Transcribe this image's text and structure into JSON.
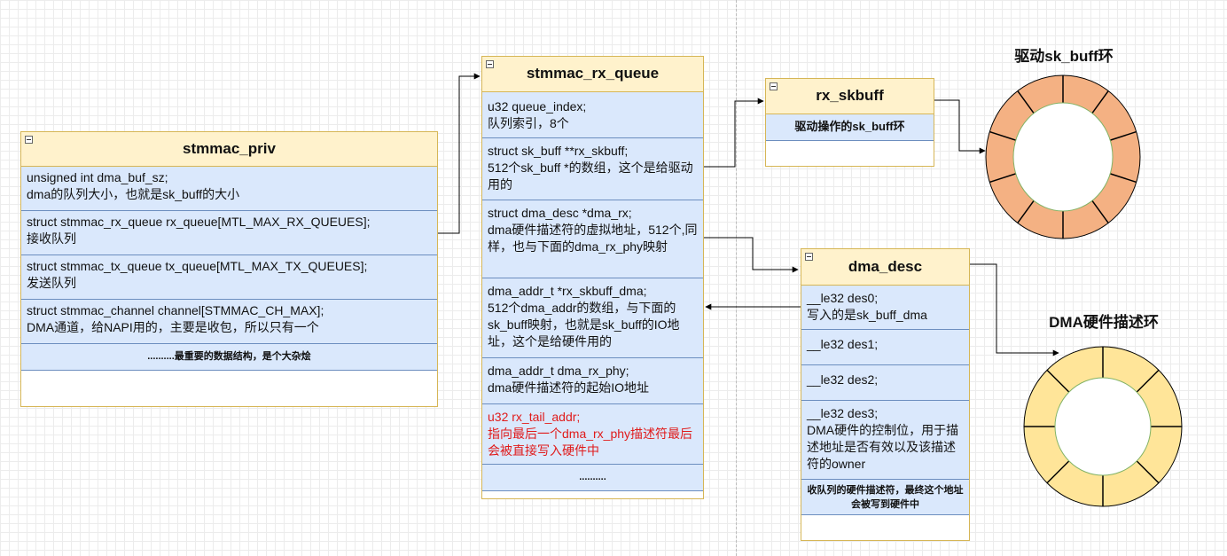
{
  "stmmac_priv": {
    "title": "stmmac_priv",
    "rows": [
      "unsigned int dma_buf_sz;\ndma的队列大小，也就是sk_buff的大小",
      "struct stmmac_rx_queue rx_queue[MTL_MAX_RX_QUEUES];\n接收队列",
      "struct stmmac_tx_queue tx_queue[MTL_MAX_TX_QUEUES];\n发送队列",
      "struct stmmac_channel channel[STMMAC_CH_MAX];\nDMA通道，给NAPI用的，主要是收包，所以只有一个",
      "..........最重要的数据结构，是个大杂烩"
    ]
  },
  "stmmac_rx_queue": {
    "title": "stmmac_rx_queue",
    "rows": [
      "u32 queue_index;\n队列索引，8个",
      "struct sk_buff **rx_skbuff;\n512个sk_buff *的数组，这个是给驱动用的",
      "struct dma_desc *dma_rx;\ndma硬件描述符的虚拟地址，512个,同样，也与下面的dma_rx_phy映射",
      "dma_addr_t *rx_skbuff_dma;\n 512个dma_addr的数组，与下面的sk_buff映射，也就是sk_buff的IO地址，这个是给硬件用的",
      "dma_addr_t dma_rx_phy;\ndma硬件描述符的起始IO地址",
      "u32 rx_tail_addr;\n指向最后一个dma_rx_phy描述符最后会被直接写入硬件中",
      ".........."
    ]
  },
  "rx_skbuff": {
    "title": "rx_skbuff",
    "rows": [
      "驱动操作的sk_buff环"
    ]
  },
  "dma_desc": {
    "title": "dma_desc",
    "rows": [
      "__le32 des0;\n写入的是sk_buff_dma",
      "__le32 des1;",
      "__le32 des2;",
      "__le32 des3;\nDMA硬件的控制位，用于描述地址是否有效以及该描述符的owner",
      "收队列的硬件描述符，最终这个地址会被写到硬件中"
    ]
  },
  "rings": {
    "skbuff_ring": {
      "title": "驱动sk_buff环",
      "fill": "#f4b183",
      "segments": 10
    },
    "dma_ring": {
      "title": "DMA硬件描述环",
      "fill": "#ffe599",
      "segments": 8
    }
  },
  "colors": {
    "header_fill": "#fff2cc",
    "header_border": "#d6b656",
    "row_fill": "#dae8fc",
    "row_border": "#6c8ebf",
    "highlight_text": "#e01b1b",
    "ring_inner_border": "#82b366"
  }
}
